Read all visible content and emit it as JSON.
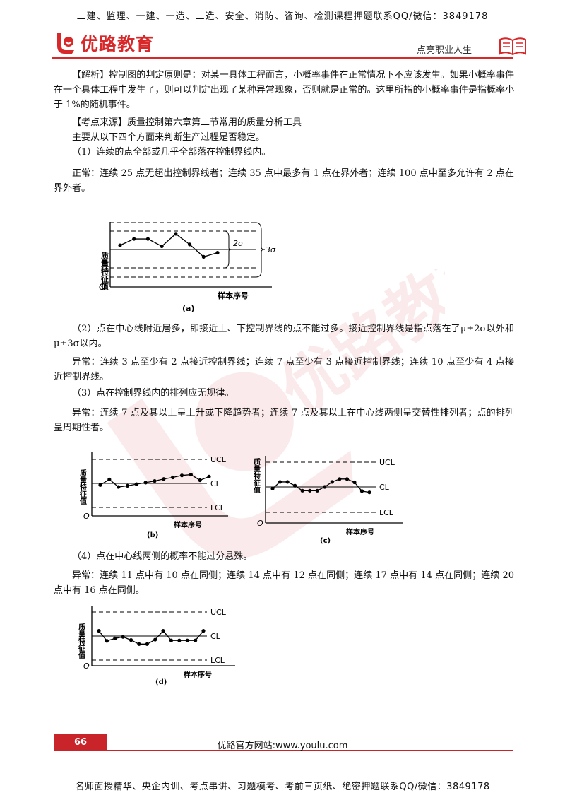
{
  "header": {
    "top_promo": "二建、监理、一建、一造、二造、安全、消防、咨询、检测课程押题联系QQ/微信：3849178",
    "brand": "优路教育",
    "slogan": "点亮职业人生"
  },
  "body": {
    "p1": "【解析】控制图的判定原则是：对某一具体工程而言，小概率事件在正常情况下不应该发生。如果小概率事件在一个具体工程中发生了，则可以判定出现了某种异常现象，否则就是正常的。这里所指的小概率事件是指概率小于 1%的随机事件。",
    "p2": "【考点来源】质量控制第六章第二节常用的质量分析工具",
    "p3": "主要从以下四个方面来判断生产过程是否稳定。",
    "p4": "（1）连续的点全部或几乎全部落在控制界线内。",
    "p5": "正常：连续 25 点无超出控制界线者；连续 35 点中最多有 1 点在界外者；连续 100 点中至多允许有 2 点在界外者。",
    "p6": "（2）点在中心线附近居多，即接近上、下控制界线的点不能过多。接近控制界线是指点落在了μ±2σ以外和μ±3σ以内。",
    "p7": "异常：连续 3 点至少有 2 点接近控制界线；连续 7 点至少有 3 点接近控制界线；连续 10 点至少有 4 点接近控制界线。",
    "p8": "（3）点在控制界线内的排列应无规律。",
    "p9": "异常：连续 7 点及其以上呈上升或下降趋势者；连续 7 点及其以上在中心线两侧呈交替性排列者；点的排列呈周期性者。",
    "p10": "（4）点在中心线两侧的概率不能过分悬殊。",
    "p11": "异常：连续 11 点中有 10 点在同侧；连续 14 点中有 12 点在同侧；连续 17 点中有 14 点在同侧；连续 20 点中有 16 点在同侧。"
  },
  "figures": {
    "ylabel": "质量特征值",
    "xlabel": "样本序号",
    "origin": "O",
    "ucl": "UCL",
    "cl": "CL",
    "lcl": "LCL",
    "two_sigma": "2σ",
    "three_sigma": "3σ",
    "cap_a": "(a)",
    "cap_b": "(b)",
    "cap_c": "(c)",
    "cap_d": "(d)"
  },
  "chart_data": [
    {
      "type": "line",
      "id": "a",
      "y": [
        0.45,
        1.15,
        1.15,
        0.35,
        1.7,
        0.55,
        -0.8,
        -0.35
      ],
      "ylim": [
        -3,
        3
      ]
    },
    {
      "type": "line",
      "id": "b",
      "y": [
        -0.2,
        0.5,
        -0.45,
        -0.3,
        -0.1,
        0.1,
        0.3,
        0.55,
        0.75,
        1.0,
        1.1,
        0.4,
        0.85
      ],
      "ylim": [
        -3,
        3
      ]
    },
    {
      "type": "line",
      "id": "c",
      "y": [
        -0.2,
        0.6,
        0.6,
        0.15,
        -0.45,
        -0.45,
        -0.45,
        0.0,
        0.6,
        0.95,
        0.95,
        0.55,
        -0.5,
        -0.65
      ],
      "ylim": [
        -3,
        3
      ]
    },
    {
      "type": "line",
      "id": "d",
      "y": [
        0.65,
        -0.6,
        -0.3,
        -0.1,
        -0.5,
        -1.0,
        -1.0,
        -0.45,
        0.65,
        -0.55,
        -0.55,
        -0.55,
        -0.55,
        0.65
      ],
      "ylim": [
        -3,
        3
      ]
    }
  ],
  "footer": {
    "page": "66",
    "site": "优路官方网站:www.youlu.com",
    "bottom_promo": "名师面授精华、央企内训、考点串讲、习题模考、考前三页纸、绝密押题联系QQ/微信：3849178"
  }
}
